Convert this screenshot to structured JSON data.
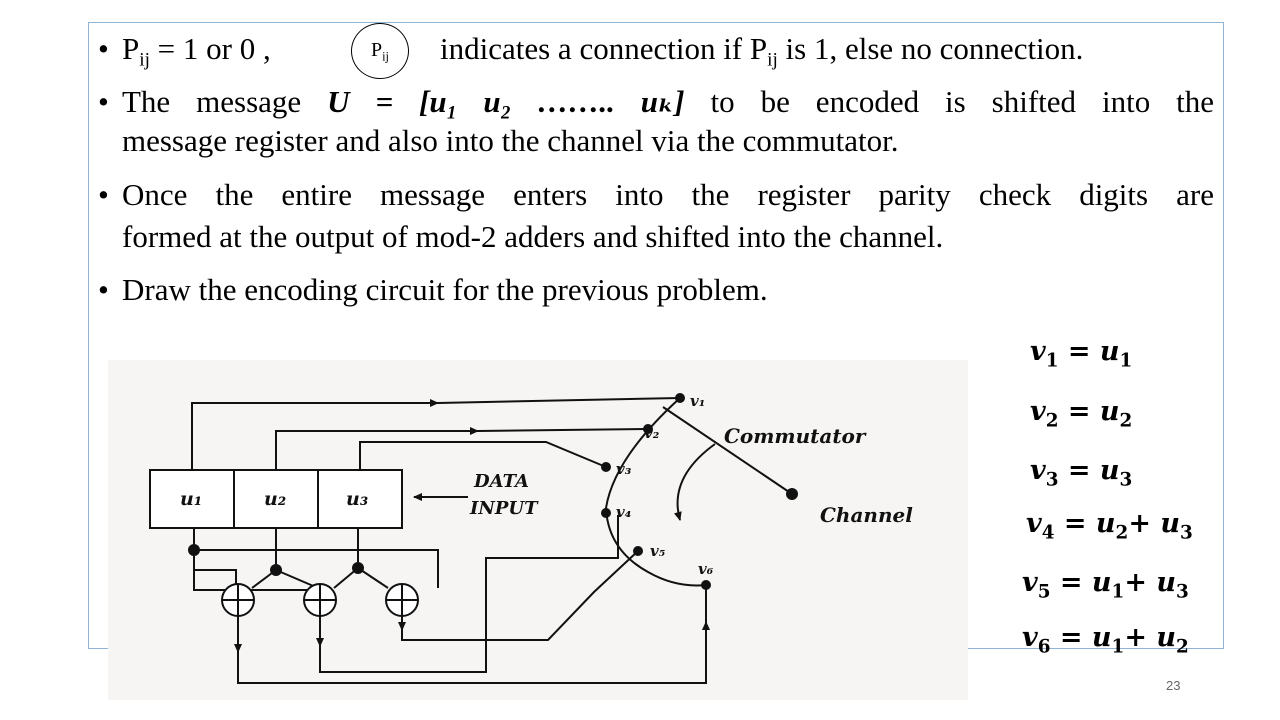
{
  "bullets": {
    "b1": {
      "prefix": "P",
      "prefix_sub": "ij",
      "prefix_rest": " = 1 or 0 ,",
      "badge": "P",
      "badge_sub": "ij",
      "text_a": "indicates a connection if P",
      "text_sub": "ij",
      "text_b": " is 1, else no connection."
    },
    "b2": {
      "line1_start": "The message ",
      "math": "U = [u₁  u₂ …….. uₖ]",
      "line1_end": "   to be encoded is shifted into the",
      "line2": "message register and also into the channel via the commutator."
    },
    "b3": {
      "line1": "Once the entire message enters into the register parity check digits are",
      "line2": "formed at the output of mod-2 adders and shifted into the channel."
    },
    "b4": {
      "line1": "Draw the encoding circuit for the previous problem."
    }
  },
  "diagram": {
    "register_cells": [
      "u₁",
      "u₂",
      "u₃"
    ],
    "data_input_label_1": "DATA",
    "data_input_label_2": "INPUT",
    "commutator_label": "Commutator",
    "channel_label": "Channel",
    "taps": [
      "v₁",
      "v₂",
      "v₃",
      "v₄",
      "v₅",
      "v₆"
    ]
  },
  "equations": [
    {
      "lhs": "v",
      "lsub": "1",
      "rhs": " = u",
      "rsub": "1",
      "rhs2": "",
      "rsub2": ""
    },
    {
      "lhs": "v",
      "lsub": "2",
      "rhs": " = u",
      "rsub": "2",
      "rhs2": "",
      "rsub2": ""
    },
    {
      "lhs": "v",
      "lsub": "3",
      "rhs": " = u",
      "rsub": "3",
      "rhs2": "",
      "rsub2": ""
    },
    {
      "lhs": "v",
      "lsub": "4",
      "rhs": " = u",
      "rsub": "2",
      "rhs2": "+ u",
      "rsub2": "3"
    },
    {
      "lhs": "v",
      "lsub": "5",
      "rhs": " = u",
      "rsub": "1",
      "rhs2": "+ u",
      "rsub2": "3"
    },
    {
      "lhs": "v",
      "lsub": "6",
      "rhs": " = u",
      "rsub": "1",
      "rhs2": "+ u",
      "rsub2": "2"
    }
  ],
  "page_number": "23"
}
